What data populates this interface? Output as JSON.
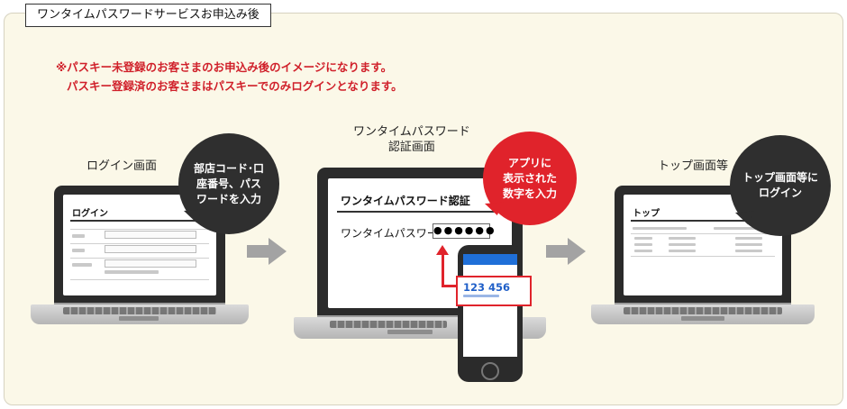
{
  "header": {
    "tab_label": "ワンタイムパスワードサービスお申込み後"
  },
  "note": {
    "line1": "※パスキー未登録のお客さまのお申込み後のイメージになります。",
    "line2": "パスキー登録済のお客さまはパスキーでのみログインとなります。"
  },
  "steps": [
    {
      "caption": "ログイン画面",
      "bubble": [
        "部店コード･口",
        "座番号、パス",
        "ワードを入力"
      ],
      "screen_title": "ログイン"
    },
    {
      "caption_lines": [
        "ワンタイムパスワード",
        "認証画面"
      ],
      "bubble": [
        "アプリに",
        "表示された",
        "数字を入力"
      ],
      "screen_title": "ワンタイムパスワード認証",
      "field_label": "ワンタイムパスワード",
      "field_value": "●●●●●●",
      "phone_code": "123 456"
    },
    {
      "caption": "トップ画面等",
      "bubble": [
        "トップ画面等に",
        "ログイン"
      ],
      "screen_title": "トップ"
    }
  ],
  "colors": {
    "accent_red": "#e0232b",
    "bubble_dark": "#2f2f2f",
    "arrow_gray": "#a3a3a3",
    "panel_bg": "#fbf8e8"
  }
}
